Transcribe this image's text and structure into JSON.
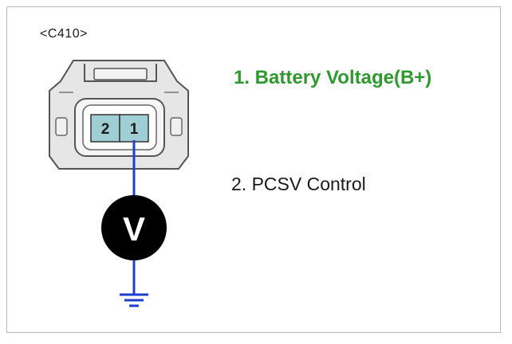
{
  "connector": {
    "id": "<C410>",
    "pins": [
      "2",
      "1"
    ],
    "probed_pin": "1"
  },
  "meter": {
    "symbol": "V"
  },
  "labels": {
    "pin_1": "1. Battery Voltage(B+)",
    "pin_2": "2. PCSV Control"
  },
  "colors": {
    "highlight_label": "#2e9a2e",
    "wire": "#1f3fd0",
    "pin_fill": "#9fcfd4",
    "connector_fill": "#e6e6e6",
    "meter_fill": "#000000"
  },
  "icons": {
    "meter": "voltmeter-icon",
    "ground": "ground-symbol-icon"
  }
}
